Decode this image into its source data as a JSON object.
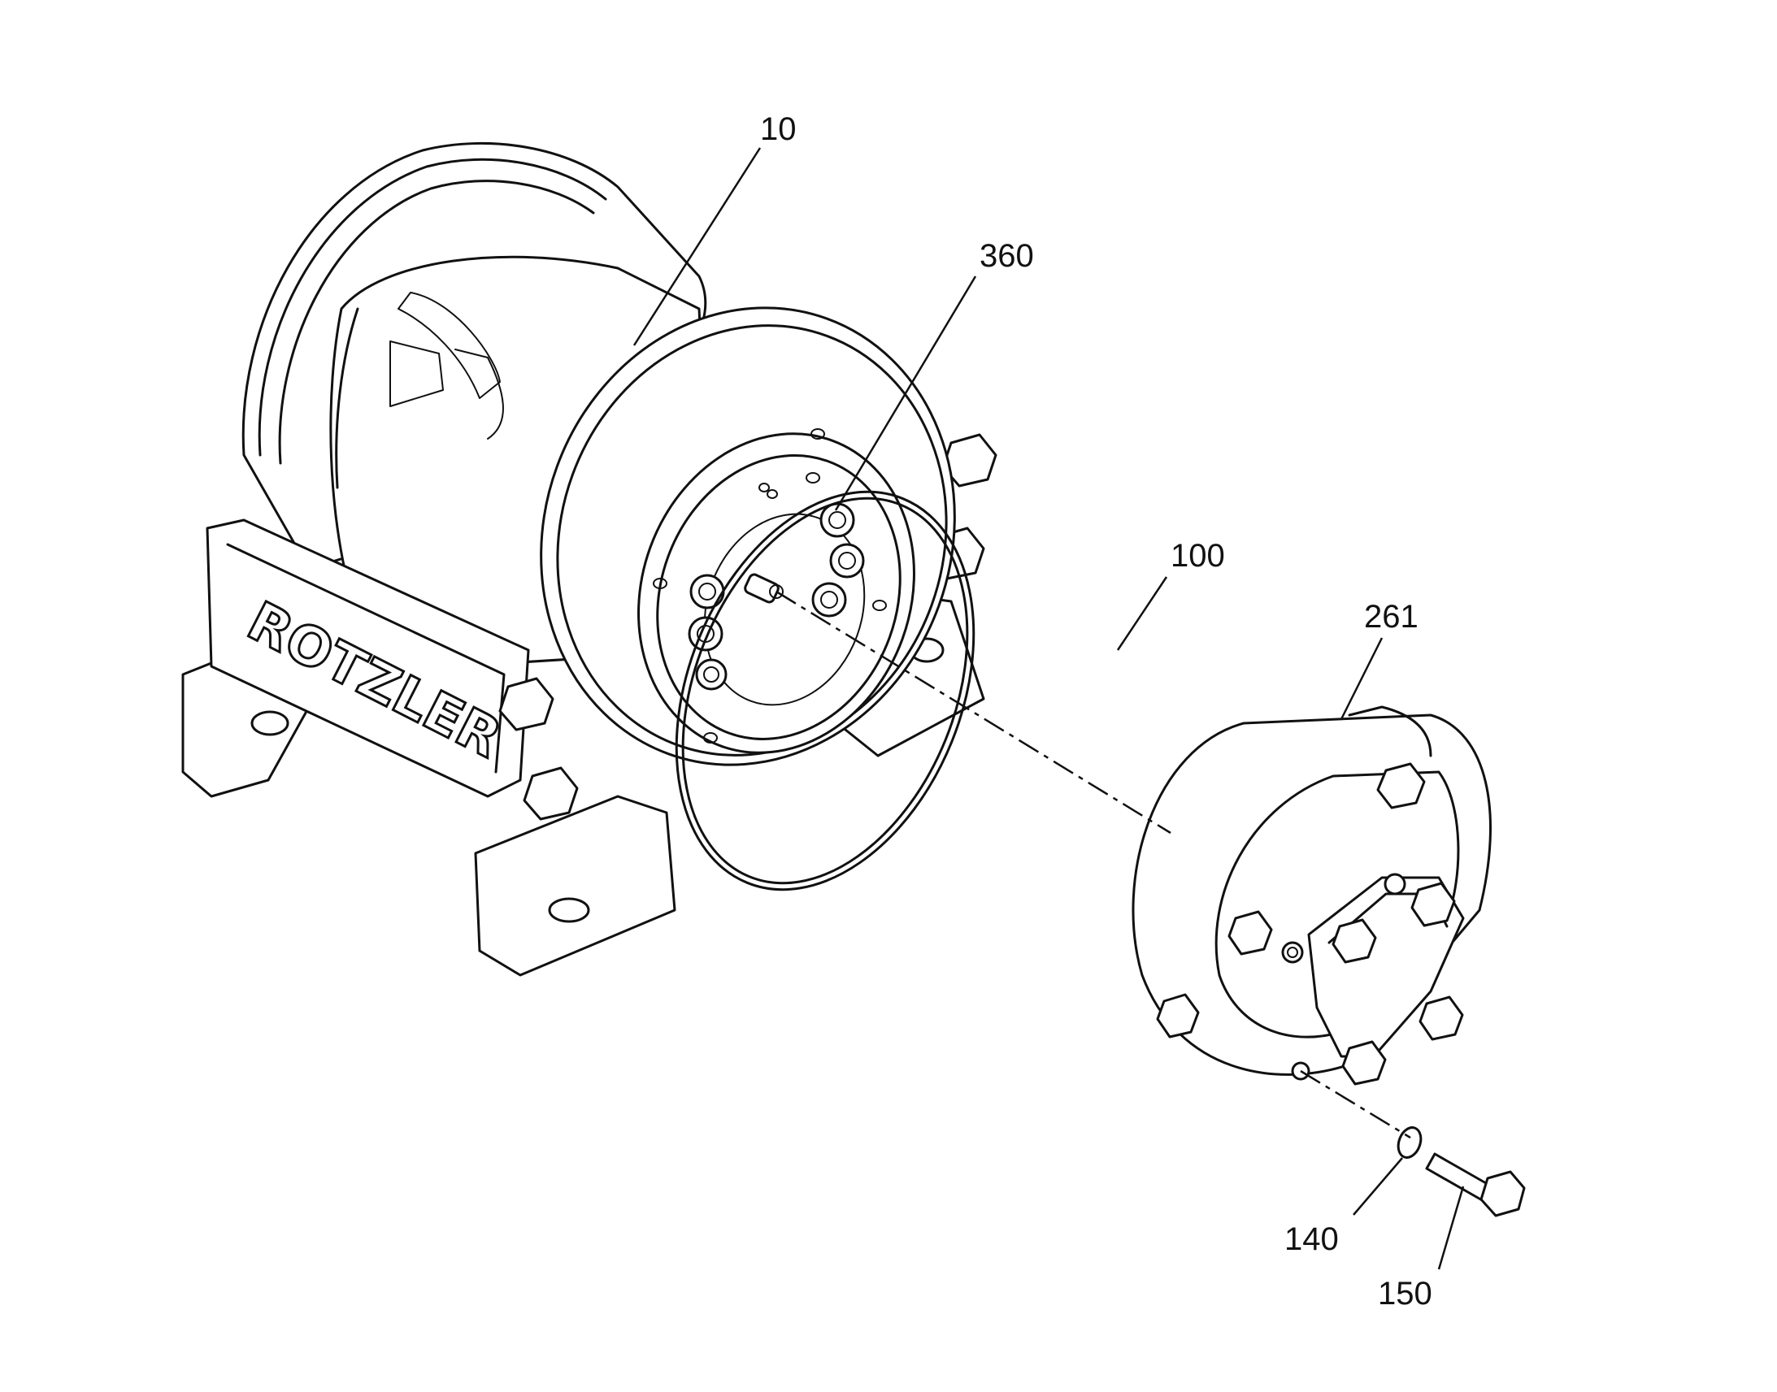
{
  "diagram": {
    "brand_logo": "ROTZLER",
    "callouts": [
      {
        "id": "part-10",
        "label": "10"
      },
      {
        "id": "part-360",
        "label": "360"
      },
      {
        "id": "part-100",
        "label": "100"
      },
      {
        "id": "part-261",
        "label": "261"
      },
      {
        "id": "part-140",
        "label": "140"
      },
      {
        "id": "part-150",
        "label": "150"
      }
    ]
  }
}
